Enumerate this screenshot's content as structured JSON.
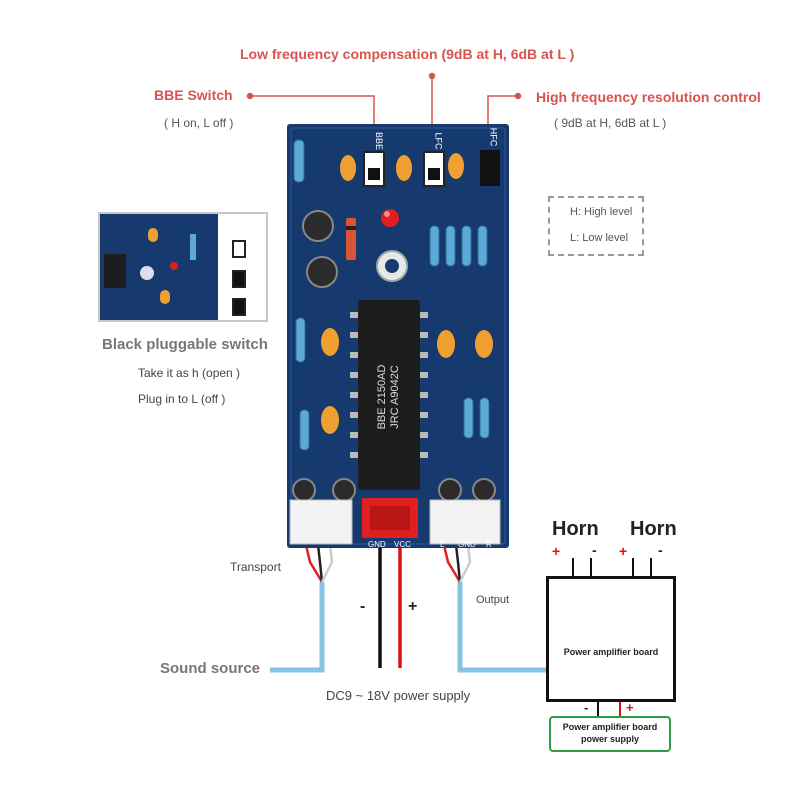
{
  "labels": {
    "low_freq_title": "Low frequency compensation (9dB at H, 6dB at L )",
    "bbe_switch_title": "BBE Switch",
    "bbe_switch_sub": "( H on, L off )",
    "high_freq_title": "High frequency resolution control",
    "high_freq_sub": "( 9dB at H, 6dB at L )",
    "legend_high": "H: High level",
    "legend_low": "L: Low level",
    "black_switch_title": "Black pluggable switch",
    "take_h": "Take it as h (open )",
    "plug_l": "Plug in to L (off )",
    "transport": "Transport",
    "sound_source": "Sound source",
    "minus": "-",
    "plus": "+",
    "power_supply": "DC9 ~ 18V power supply",
    "output": "Output",
    "horn_left": "Horn",
    "horn_right": "Horn",
    "amp_board": "Power amplifier board",
    "amp_supply": "Power amplifier board power supply"
  },
  "board": {
    "chip_line1": "BBE 2150AD",
    "chip_line2": "JRC A9042C",
    "jumper_labels": [
      "BBE",
      "LFC",
      "HFC"
    ],
    "connector_labels": [
      "GND",
      "VCC",
      "L",
      "GND",
      "R"
    ]
  },
  "colors": {
    "title_red": "#d9534f",
    "pcb_blue": "#173a6e",
    "wire_light_blue": "#86c3e4",
    "supply_green": "#2e9e43"
  }
}
